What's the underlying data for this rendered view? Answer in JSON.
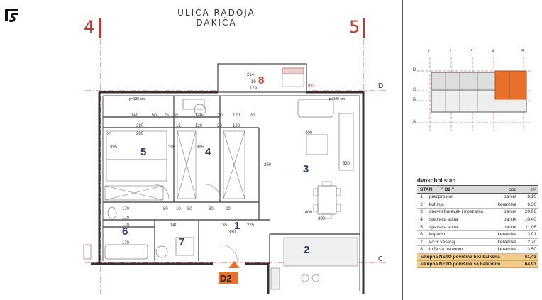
{
  "street": "ULICA RADOJA DAKIČA",
  "logo_icon": "cs-logo-icon",
  "grid_axes": {
    "left": "4",
    "right": "5",
    "top_axis": "D",
    "bottom_axis": "C"
  },
  "unit_label": "D2",
  "room_numbers": [
    "1",
    "2",
    "3",
    "4",
    "5",
    "6",
    "7",
    "8"
  ],
  "plan_labels": {
    "ovs": "ovs",
    "kota_d": "p=100 cm",
    "kota_l": "p=130 cm",
    "dims_top": [
      "140",
      "75",
      "50",
      "20",
      "120",
      "20",
      "120",
      "20",
      "400"
    ],
    "dims_row2": [
      "280",
      "280",
      "15",
      "120",
      "20",
      "120"
    ],
    "dims_mid": [
      "170",
      "170",
      "80",
      "10",
      "80",
      "80",
      "20",
      "400",
      "300"
    ],
    "dims_low": [
      "170",
      "170",
      "140",
      "135",
      "225",
      "330"
    ],
    "dims_vert": [
      "395",
      "395",
      "395",
      "530",
      "20",
      "280"
    ],
    "dims_balcony": [
      "214",
      "19",
      "129"
    ]
  },
  "key_plan": {
    "cols": [
      "1",
      "2",
      "3",
      "4",
      "5"
    ],
    "rows": [
      "D",
      "C",
      "B",
      "A"
    ]
  },
  "table": {
    "title": "dvosobni stan",
    "header": {
      "stan": "STAN",
      "unit": "\" D2 \"",
      "pod": "pod",
      "m2": "m²"
    },
    "rows": [
      {
        "n": "1",
        "name": "predprostor",
        "pod": "parket",
        "m": "6,10"
      },
      {
        "n": "2",
        "name": "kuhinja",
        "pod": "keramika",
        "m": "6,30"
      },
      {
        "n": "3",
        "name": "dnevni boravak i trpezarija",
        "pod": "parket",
        "m": "20,96"
      },
      {
        "n": "4",
        "name": "spavaća soba",
        "pod": "parket",
        "m": "10,40"
      },
      {
        "n": "5",
        "name": "spavaća soba",
        "pod": "parket",
        "m": "11,06"
      },
      {
        "n": "6",
        "name": "kupatilo",
        "pod": "keramika",
        "m": "3,91"
      },
      {
        "n": "7",
        "name": "wc + vešeraj",
        "pod": "keramika",
        "m": "2,70"
      },
      {
        "n": "8",
        "name": "lođa sa ostavom",
        "pod": "keramika",
        "m": "3,50"
      }
    ],
    "sums": [
      {
        "name": "ukupna NETO površina bez balkona",
        "m": "61,43"
      },
      {
        "name": "ukupna NETO površina sa balkonim",
        "m": "64,93"
      }
    ]
  },
  "colors": {
    "grid_red": "#c0392b",
    "room_blue": "#2c3e7a",
    "highlight": "#e8702a",
    "sum_bg": "#f4cc8a"
  }
}
